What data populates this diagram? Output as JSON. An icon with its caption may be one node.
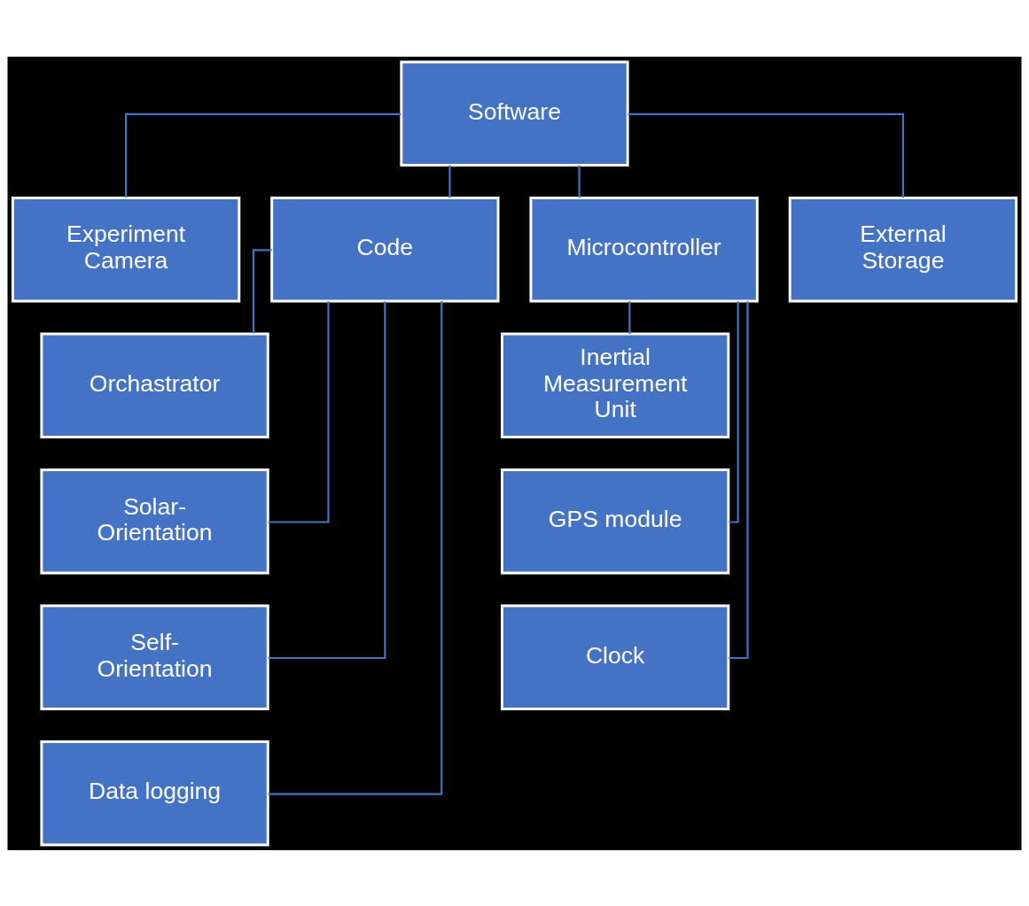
{
  "diagram": {
    "nodes": [
      {
        "text": [
          "Software"
        ]
      },
      {
        "text": [
          "Experiment Camera"
        ]
      },
      {
        "text": [
          "Code"
        ]
      },
      {
        "text": [
          "Microcontroller"
        ]
      },
      {
        "text": [
          "External Storage"
        ]
      },
      {
        "text": [
          "Orchastrator"
        ]
      },
      {
        "text": [
          "Solar- Orientation"
        ]
      },
      {
        "text": [
          "Self- Orientation"
        ]
      },
      {
        "text": [
          "Data logging"
        ]
      },
      {
        "text": [
          "Inertial Measurement Unit"
        ]
      },
      {
        "text": [
          "GPS module"
        ]
      },
      {
        "text": [
          "Clock"
        ]
      }
    ],
    "edges": [
      {
        "from": 0,
        "to": 1,
        "arrow": "none"
      },
      {
        "from": 0,
        "to": 2,
        "arrow": "none"
      },
      {
        "from": 0,
        "to": 3,
        "arrow": "none"
      },
      {
        "from": 0,
        "to": 4,
        "arrow": "none"
      },
      {
        "from": 2,
        "to": 5,
        "arrow": "none"
      },
      {
        "from": 2,
        "to": 6,
        "arrow": "none"
      },
      {
        "from": 2,
        "to": 7,
        "arrow": "none"
      },
      {
        "from": 2,
        "to": 8,
        "arrow": "none"
      },
      {
        "from": 3,
        "to": 9,
        "arrow": "none"
      },
      {
        "from": 3,
        "to": 10,
        "arrow": "none"
      },
      {
        "from": 3,
        "to": 11,
        "arrow": "none"
      }
    ]
  }
}
